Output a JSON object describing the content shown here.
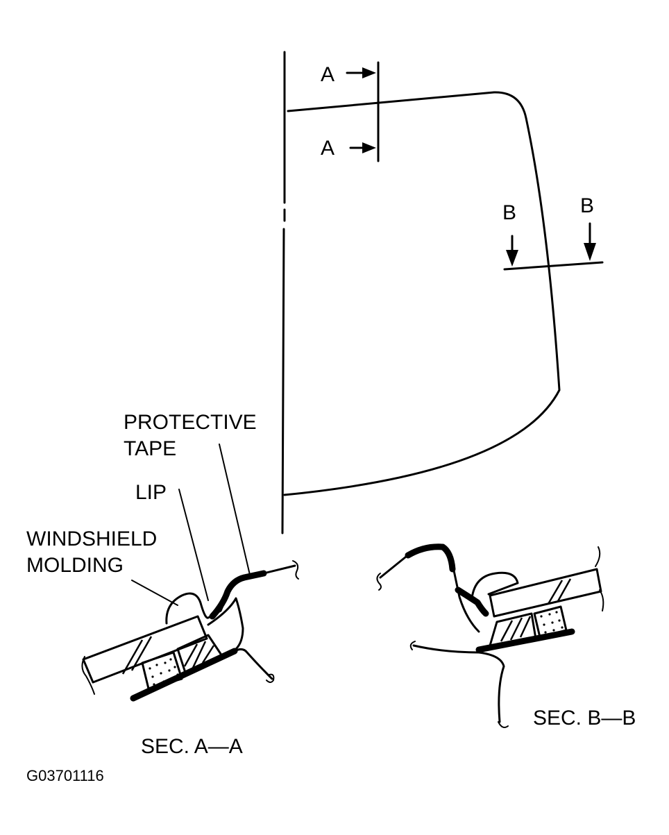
{
  "labels": {
    "section_arrow_a": "A",
    "section_arrow_b": "B",
    "protective_tape_line1": "PROTECTIVE",
    "protective_tape_line2": "TAPE",
    "lip": "LIP",
    "windshield_molding_line1": "WINDSHIELD",
    "windshield_molding_line2": "MOLDING",
    "section_a_caption": "SEC. A—A",
    "section_b_caption": "SEC. B—B",
    "figure_id": "G03701116"
  }
}
